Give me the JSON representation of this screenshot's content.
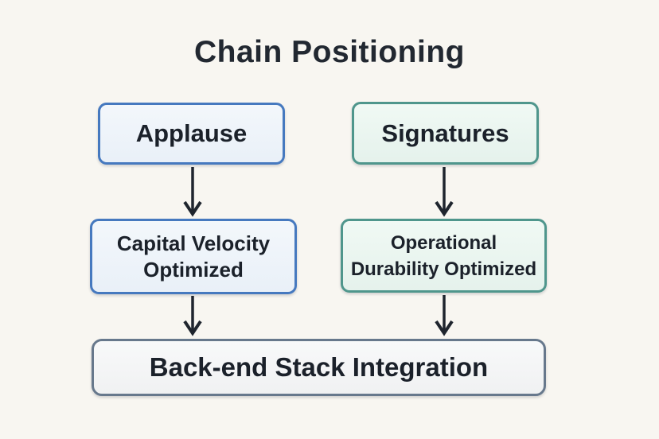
{
  "title": "Chain Positioning",
  "nodes": {
    "applause": {
      "label": "Applause"
    },
    "signatures": {
      "label": "Signatures"
    },
    "capital_velocity": {
      "lines": [
        "Capital Velocity",
        "Optimized"
      ]
    },
    "operational_durability": {
      "lines": [
        "Operational",
        "Durability Optimized"
      ]
    },
    "backend_integration": {
      "label": "Back-end Stack Integration"
    }
  },
  "edges": [
    {
      "from": "Applause",
      "to": "Capital Velocity Optimized"
    },
    {
      "from": "Signatures",
      "to": "Operational Durability Optimized"
    },
    {
      "from": "Capital Velocity Optimized",
      "to": "Back-end Stack Integration"
    },
    {
      "from": "Operational Durability Optimized",
      "to": "Back-end Stack Integration"
    }
  ],
  "colors": {
    "background": "#f8f6f1",
    "title_text": "#222831",
    "box_text": "#1b212a",
    "arrow": "#1f252e",
    "blue_border": "#4679bf",
    "blue_fill": "#edf3f9",
    "teal_border": "#4f968c",
    "teal_fill": "#eaf5ef",
    "slate_border": "#67788c",
    "slate_fill": "#f4f5f6"
  }
}
